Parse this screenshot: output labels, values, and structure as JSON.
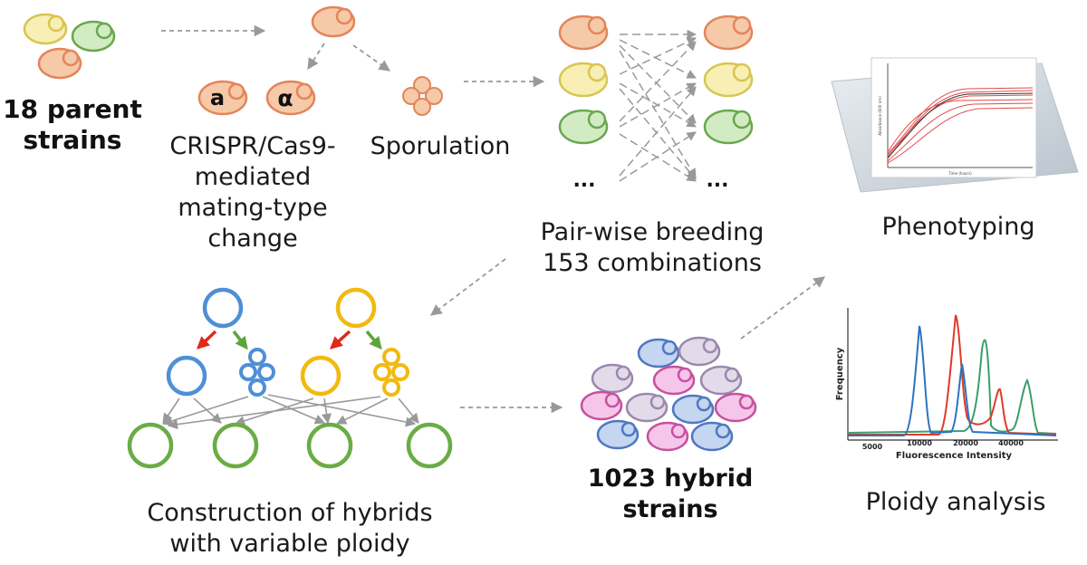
{
  "labels": {
    "parents_line1": "18 parent",
    "parents_line2": "strains",
    "crispr_line1": "CRISPR/Cas9-",
    "crispr_line2": "mediated",
    "crispr_line3": "mating-type",
    "crispr_line4": "change",
    "sporulation": "Sporulation",
    "breeding_line1": "Pair-wise breeding",
    "breeding_line2": "153 combinations",
    "phenotyping": "Phenotyping",
    "ploidy_analysis": "Ploidy analysis",
    "construction_line1": "Construction of hybrids",
    "construction_line2": "with variable ploidy",
    "hybrids_line1": "1023 hybrid",
    "hybrids_line2": "strains",
    "mating_a": "a",
    "mating_alpha": "α",
    "ellipsis": "..."
  },
  "histogram": {
    "ylabel": "Frequency",
    "xlabel": "Fluorescence Intensity",
    "ticks": [
      "5000",
      "10000",
      "20000",
      "40000"
    ]
  },
  "growth_plot": {
    "xlabel": "Time (hours)",
    "ylabel": "Absorbance (600 nm)"
  },
  "colors": {
    "orange_fill": "#f6c9a8",
    "orange_stroke": "#e3855a",
    "yellow_fill": "#f7efb4",
    "yellow_stroke": "#d8c552",
    "green_fill": "#d3ebc3",
    "green_stroke": "#69a84f",
    "pink_fill": "#f6c6ea",
    "pink_stroke": "#c7509f",
    "blue_fill": "#c4d6f0",
    "blue_stroke": "#4f77c2",
    "lilac_fill": "#e4dbea",
    "lilac_stroke": "#9b88ad",
    "circle_blue": "#4f8fd6",
    "circle_yellow": "#f2b90f",
    "circle_green": "#6aac45",
    "arrow_red": "#e02a1a",
    "arrow_green": "#5fa33d",
    "arrow_gray": "#999999"
  }
}
